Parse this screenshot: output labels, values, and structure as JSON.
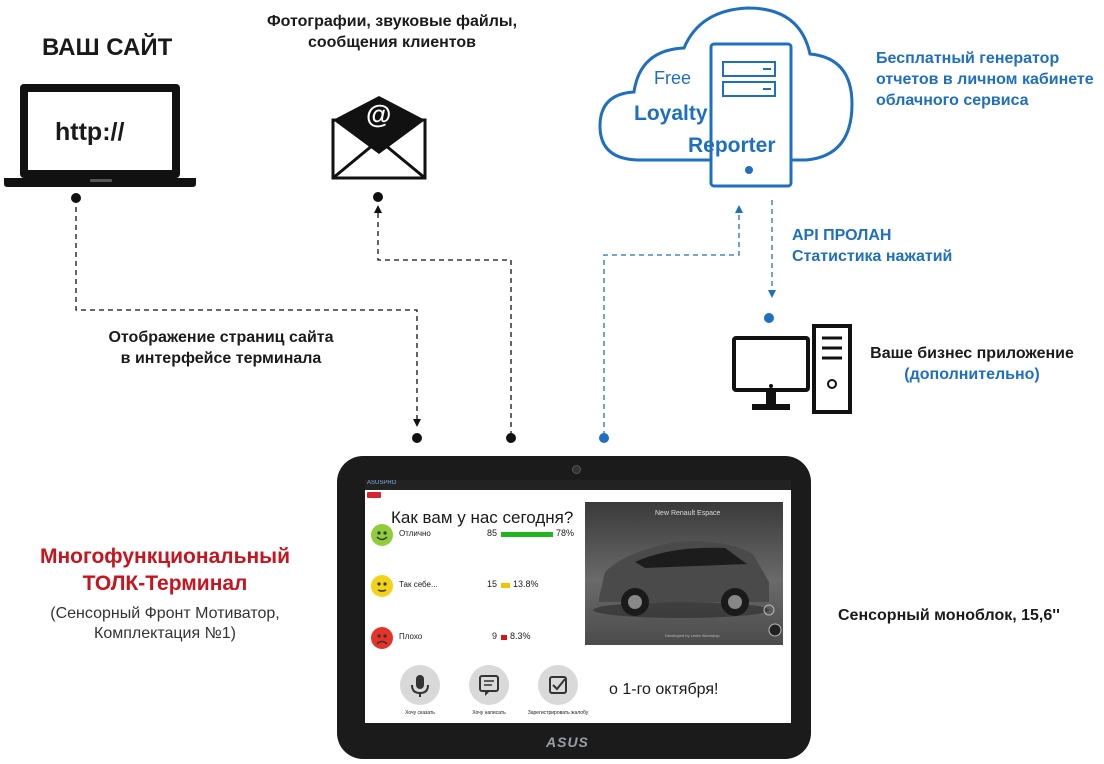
{
  "site": {
    "title": "ВАШ САЙТ",
    "url_text": "http://"
  },
  "media": {
    "line1": "Фотографии, звуковые файлы,",
    "line2": "сообщения клиентов",
    "symbol": "@"
  },
  "cloud": {
    "line1": "Free",
    "line2": "Loyalty",
    "line3": "Reporter"
  },
  "reporter_desc": {
    "line1": "Бесплатный генератор",
    "line2": "отчетов в личном кабинете",
    "line3": "облачного сервиса"
  },
  "api": {
    "line1": "API ПРОЛАН",
    "line2": "Статистика нажатий"
  },
  "business": {
    "line1": "Ваше бизнес приложение",
    "line2": "(дополнительно)"
  },
  "site_display": {
    "line1": "Отображение страниц сайта",
    "line2": "в интерфейсе терминала"
  },
  "terminal_desc": {
    "line1": "Многофункциональный",
    "line2": "ТОЛК-Терминал",
    "line3": "(Сенсорный Фронт Мотиватор,",
    "line4": "Комплектация №1)"
  },
  "monoblock": "Сенсорный моноблок, 15,6''",
  "screen": {
    "brand": "ASUSPRO",
    "question": "Как вам у нас сегодня?",
    "ratings": [
      {
        "label": "Отлично",
        "count": "85",
        "pct": "78%",
        "value": 0.78,
        "color": "#1fb51f",
        "face": "#8fce3a"
      },
      {
        "label": "Так себе...",
        "count": "15",
        "pct": "13.8%",
        "value": 0.138,
        "color": "#f2c500",
        "face": "#f3d21b"
      },
      {
        "label": "Плохо",
        "count": "9",
        "pct": "8.3%",
        "value": 0.083,
        "color": "#d01818",
        "face": "#e5332a"
      }
    ],
    "car_title": "New Renault Espace",
    "car_footer": "Developed by Lenta Worxshop",
    "actions": [
      {
        "label": "Хочу сказать",
        "icon": "microphone-icon"
      },
      {
        "label": "Хочу написать",
        "icon": "message-icon"
      },
      {
        "label": "Зарегистрировать жалобу",
        "icon": "checkbox-icon"
      }
    ],
    "promo": "о 1-го октября!"
  },
  "device_logo": "ASUS",
  "colors": {
    "accent_blue": "#1f6fc0",
    "brand_red": "#c8141e",
    "dark": "#111111"
  }
}
